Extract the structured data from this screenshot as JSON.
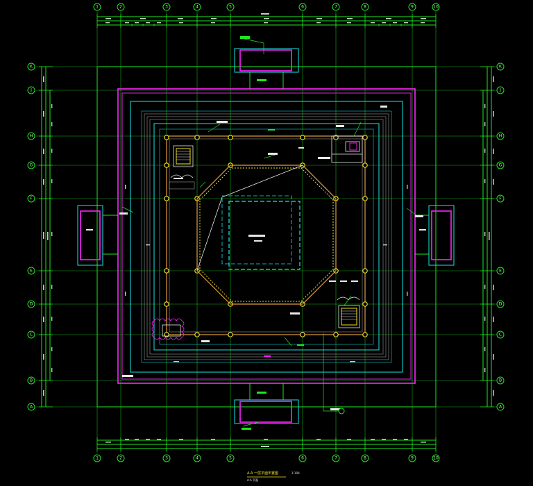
{
  "grid": {
    "columns": [
      "1",
      "2",
      "3",
      "4",
      "5",
      "6",
      "7",
      "8",
      "9",
      "10"
    ],
    "rows": [
      "K",
      "J",
      "H",
      "G",
      "F",
      "E",
      "D",
      "C",
      "B",
      "A"
    ]
  },
  "title": {
    "text": "A-A 一层平面布置图",
    "scale": "1:100",
    "subtitle": "A-A 平面"
  },
  "colors": {
    "background": "#000000",
    "grid": "#1ee81e",
    "wall": "#19e6e6",
    "outline": "#ff22ff",
    "columns": "#f0e020",
    "text": "#e8e8e8"
  }
}
